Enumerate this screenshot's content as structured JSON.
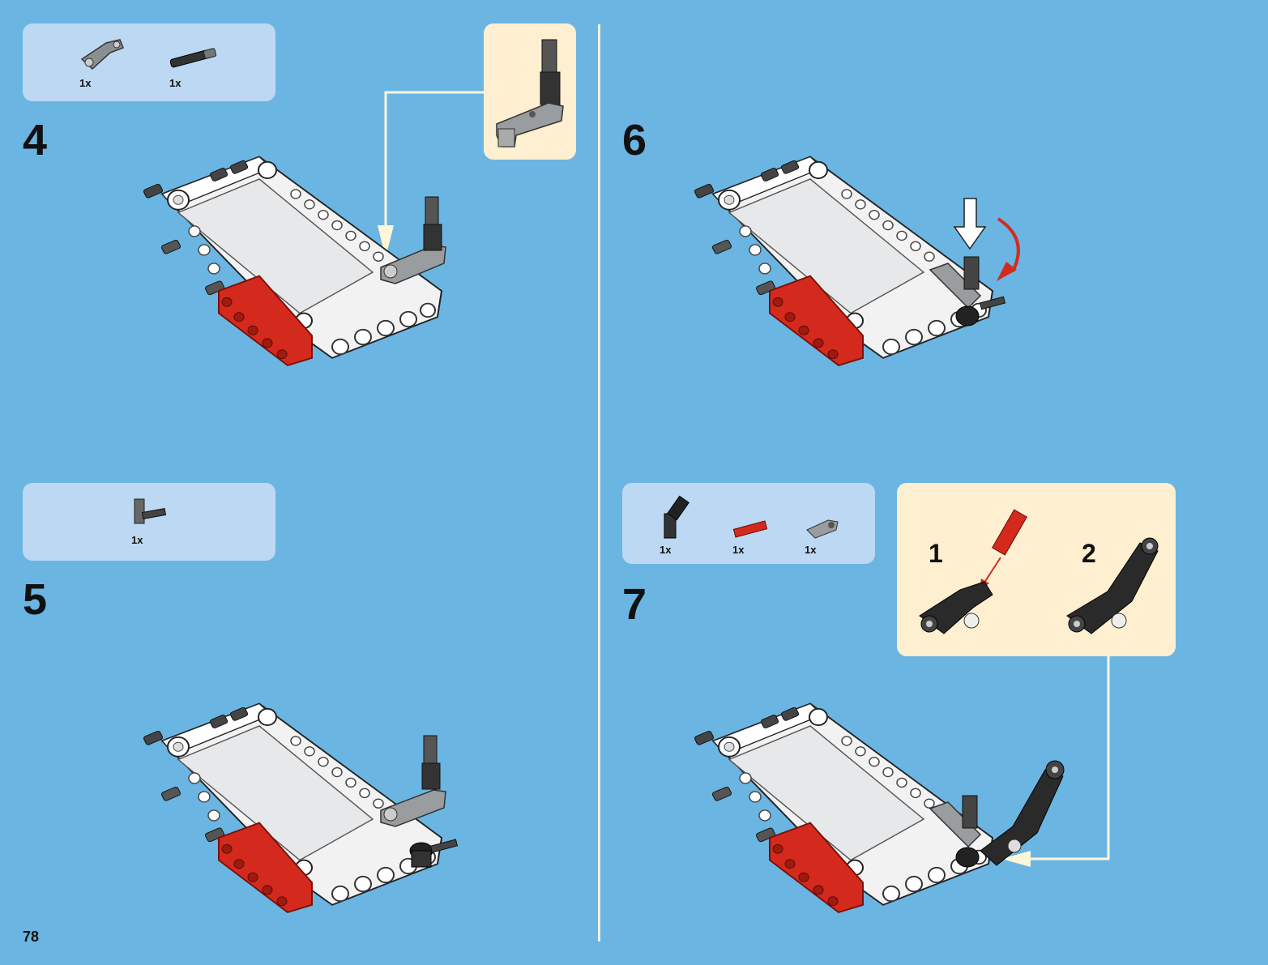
{
  "page_number": "78",
  "steps": [
    {
      "number": "4",
      "parts": [
        {
          "qty": "1x",
          "icon": "gray-angled-beam-part"
        },
        {
          "qty": "1x",
          "icon": "black-axle-pin-part"
        }
      ]
    },
    {
      "number": "5",
      "parts": [
        {
          "qty": "1x",
          "icon": "gray-axle-connector-part"
        }
      ]
    },
    {
      "number": "6",
      "parts": []
    },
    {
      "number": "7",
      "parts": [
        {
          "qty": "1x",
          "icon": "black-angle-connector-part"
        },
        {
          "qty": "1x",
          "icon": "red-axle-part"
        },
        {
          "qty": "1x",
          "icon": "gray-pin-connector-part"
        }
      ],
      "substeps": [
        "1",
        "2"
      ]
    }
  ],
  "colors": {
    "background": "#6bb5e3",
    "parts_box": "#bcd8f2",
    "callout": "#fdefcf",
    "divider": "#f4f0dc",
    "accent_red": "#d42a1e"
  }
}
